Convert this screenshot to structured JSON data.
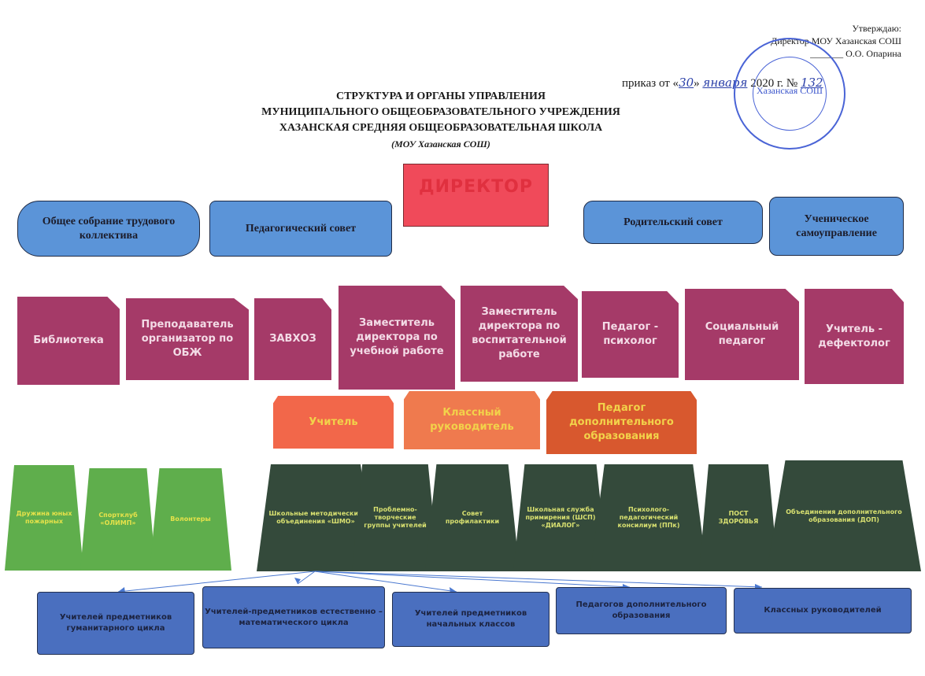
{
  "approval": {
    "line1": "Утверждаю:",
    "line2": "Директор МОУ Хазанская СОШ",
    "line3": "_______ О.О. Опарина"
  },
  "order": {
    "prefix": "приказ  от «",
    "day": "30",
    "mid1": "» ",
    "month": "января",
    "year": "2020",
    "mid2": " г. № ",
    "number": "132"
  },
  "stamp": {
    "text": "Хазанская СОШ"
  },
  "title": {
    "line1": "СТРУКТУРА И ОРГАНЫ УПРАВЛЕНИЯ",
    "line2": "МУНИЦИПАЛЬНОГО ОБЩЕОБРАЗОВАТЕЛЬНОГО УЧРЕЖДЕНИЯ",
    "line3": "ХАЗАНСКАЯ СРЕДНЯЯ ОБЩЕОБРАЗОВАТЕЛЬНАЯ ШКОЛА",
    "line4": "(МОУ Хазанская СОШ)"
  },
  "director": "ДИРЕКТОР",
  "councils": [
    "Общее собрание трудового коллектива",
    "Педагогический совет",
    "Родительский совет",
    "Ученическое самоуправление"
  ],
  "staff": [
    "Библиотека",
    "Преподаватель организатор по ОБЖ",
    "ЗАВХОЗ",
    "Заместитель директора по учебной работе",
    "Заместитель директора по воспитательной работе",
    "Педагог - психолог",
    "Социальный педагог",
    "Учитель - дефектолог"
  ],
  "teachers": [
    "Учитель",
    "Классный руководитель",
    "Педагог дополнительного образования"
  ],
  "groups": [
    "Дружина юных пожарных",
    "Спортклуб «ОЛИМП»",
    "Волонтеры",
    "Школьные методические объединения «ШМО»",
    "Проблемно-творческие группы учителей",
    "Совет профилактики",
    "Школьная служба примирения (ШСП) «ДИАЛОГ»",
    "Психолого-педагогический консилиум (ППк)",
    "ПОСТ ЗДОРОВЬЯ",
    "Объединения дополнительного образования (ДОП)"
  ],
  "methodical": [
    "Учителей предметников гуманитарного цикла",
    "Учителей-предметников естественно – математического цикла",
    "Учителей предметников начальных классов",
    "Педагогов дополнительного образования",
    "Классных руководителей"
  ],
  "colors": {
    "council_blue": "#5b94d8",
    "director_red": "#f04a5a",
    "staff_maroon": "#a53a68",
    "teacher_orange": "#f2674a",
    "group_green": "#5fae4c",
    "group_dark": "#344a3b",
    "bottom_blue": "#4a6fbf",
    "stamp_blue": "#4a64d6"
  }
}
